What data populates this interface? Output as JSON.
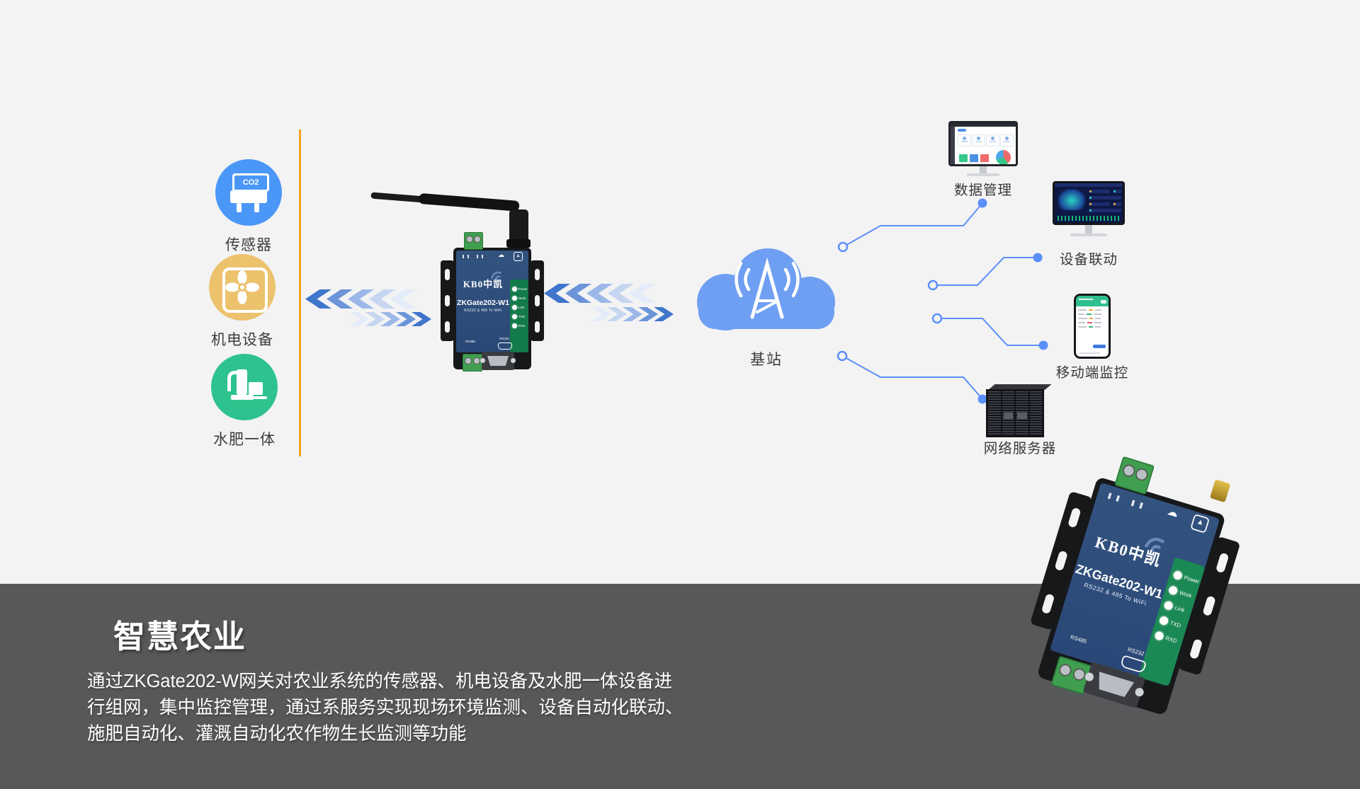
{
  "diagram": {
    "sources": [
      {
        "label": "传感器",
        "icon": "co2-sensor-icon",
        "icon_text": "CO2",
        "color": "#4b97f8"
      },
      {
        "label": "机电设备",
        "icon": "fan-icon",
        "color": "#ecc26d"
      },
      {
        "label": "水肥一体",
        "icon": "water-fertilizer-pump-icon",
        "color": "#2ec38e"
      }
    ],
    "gateway": {
      "brand": "KB0中凯",
      "model": "ZKGate202-W1",
      "subtitle": "RS232 & 485  To WiFi",
      "leds": [
        "Power",
        "Work",
        "Link",
        "TXD",
        "RXD"
      ],
      "rs485_label": "RS485",
      "rs232_label": "RS232",
      "panel_color": "#2d4b7d",
      "led_strip_color": "#137a49"
    },
    "cloud": {
      "label": "基站",
      "icon": "signal-tower-icon",
      "color": "#6f9ff2"
    },
    "targets": [
      {
        "label": "数据管理",
        "icon": "dashboard-monitor-icon"
      },
      {
        "label": "设备联动",
        "icon": "dark-dashboard-monitor-icon"
      },
      {
        "label": "移动端监控",
        "icon": "mobile-phone-icon"
      },
      {
        "label": "网络服务器",
        "icon": "server-rack-icon"
      }
    ],
    "accent_line_color": "#f5a31f",
    "connector_color": "#5b8ff9",
    "arrow_color_dark": "#3f76cc"
  },
  "banner": {
    "title": "智慧农业",
    "lines": [
      "通过ZKGate202-W网关对农业系统的传感器、机电设备及水肥一体设备进",
      "行组网，集中监控管理，通过系服务实现现场环境监测、设备自动化联动、",
      "施肥自动化、灌溉自动化农作物生长监测等功能"
    ],
    "background": "#57585a"
  }
}
